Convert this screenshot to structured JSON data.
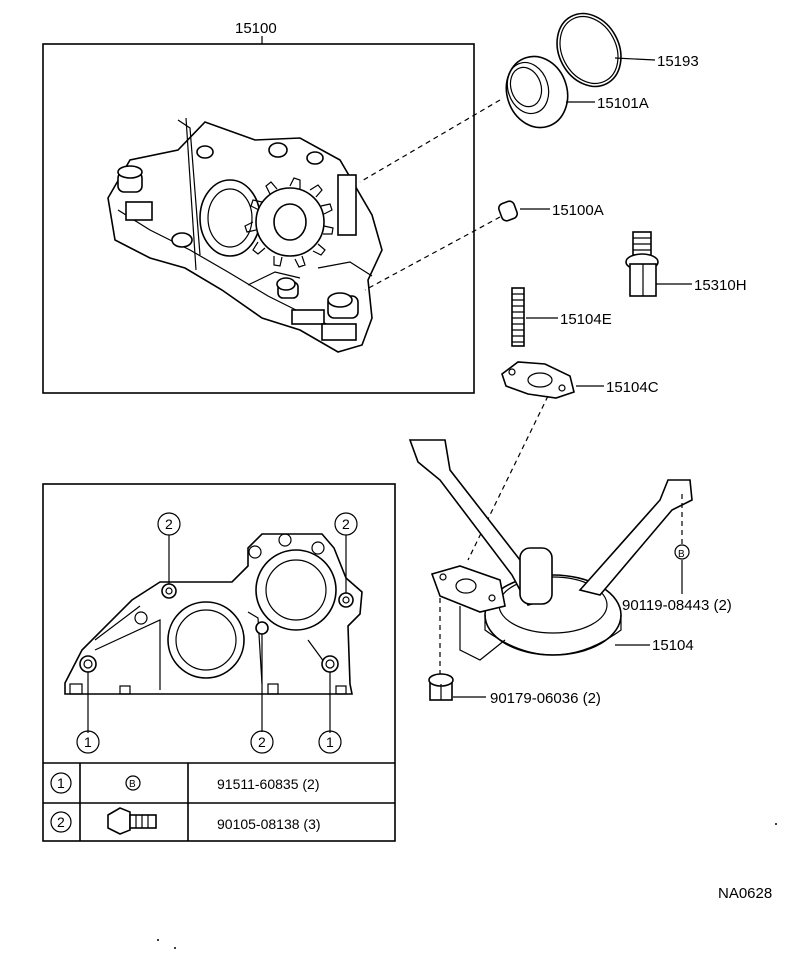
{
  "parts": {
    "pump_assembly": "15100",
    "oil_seal": "15193",
    "o_ring": "15101A",
    "pin": "15100A",
    "relief_plug": "15310H",
    "stud": "15104E",
    "gasket": "15104C",
    "strainer_bolt": "90119-08443 (2)",
    "strainer": "15104",
    "nut": "90179-06036 (2)"
  },
  "markers": {
    "one": "1",
    "two": "2",
    "b": "B"
  },
  "table": {
    "rows": [
      {
        "key": "1",
        "symbol": "B",
        "part": "91511-60835 (2)"
      },
      {
        "key": "2",
        "symbol": "bolt-icon",
        "part": "90105-08138 (3)"
      }
    ]
  },
  "drawing_id": "NA0628"
}
